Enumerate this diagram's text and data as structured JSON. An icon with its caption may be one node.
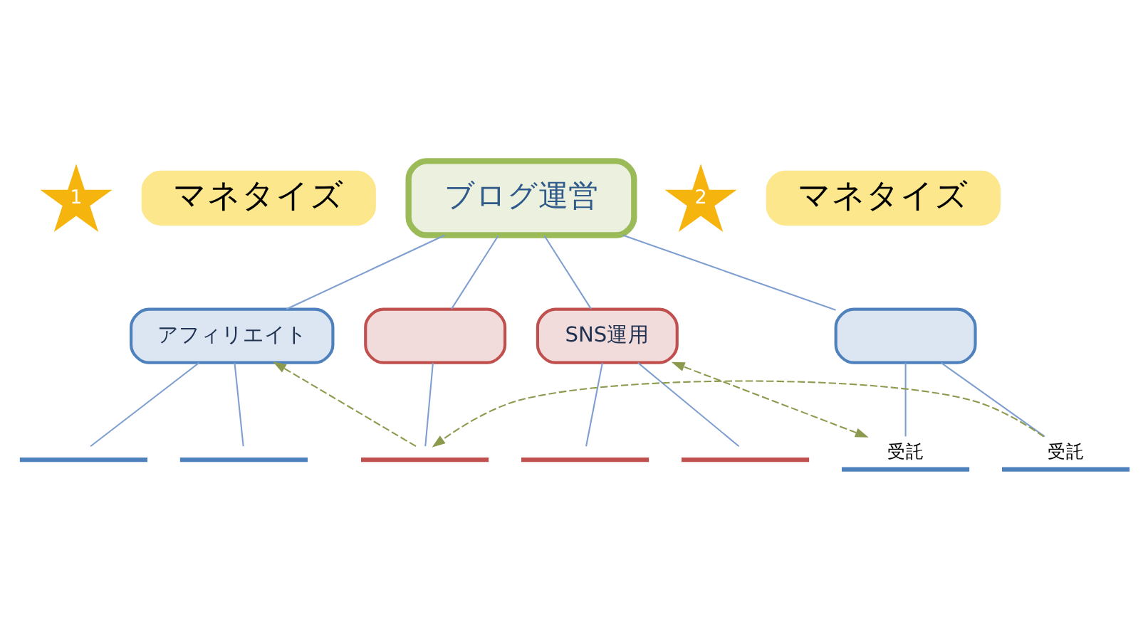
{
  "diagram": {
    "nodes": [
      {
        "text": [
          "1"
        ]
      },
      {
        "text": [
          "マネタイズ"
        ]
      },
      {
        "text": [],
        "shape": "line"
      },
      {
        "text": [],
        "shape": "line"
      },
      {
        "text": [
          "アフィリエイト"
        ]
      },
      {
        "text": [],
        "shape": "box"
      },
      {
        "text": [],
        "shape": "line"
      },
      {
        "text": [
          "ブログ運営"
        ]
      },
      {
        "text": [],
        "shape": "line"
      },
      {
        "text": [],
        "shape": "line"
      },
      {
        "text": [
          "SNS運用"
        ]
      },
      {
        "text": [],
        "shape": "box"
      },
      {
        "text": [
          "受託"
        ]
      },
      {
        "text": [
          "受託"
        ]
      },
      {
        "text": [
          "2"
        ]
      },
      {
        "text": [
          "マネタイズ"
        ]
      }
    ],
    "edges": [
      {
        "from": 7,
        "to": 4,
        "arrow": "none"
      },
      {
        "from": 7,
        "to": 5,
        "arrow": "none"
      },
      {
        "from": 7,
        "to": 10,
        "arrow": "none"
      },
      {
        "from": 7,
        "to": 11,
        "arrow": "none"
      },
      {
        "from": 4,
        "to": 2,
        "arrow": "none"
      },
      {
        "from": 4,
        "to": 3,
        "arrow": "none"
      },
      {
        "from": 5,
        "to": 6,
        "arrow": "none"
      },
      {
        "from": 10,
        "to": 8,
        "arrow": "none"
      },
      {
        "from": 10,
        "to": 9,
        "arrow": "none"
      },
      {
        "from": 11,
        "to": 12,
        "arrow": "none"
      },
      {
        "from": 11,
        "to": 13,
        "arrow": "none"
      },
      {
        "from": 6,
        "to": 4,
        "arrow": "to",
        "style": "dashed",
        "color": "#8c9a4e"
      },
      {
        "from": 12,
        "to": 6,
        "arrow": "to",
        "style": "dashed",
        "color": "#8c9a4e"
      },
      {
        "from": 13,
        "to": 10,
        "arrow": "both",
        "style": "dashed",
        "color": "#8c9a4e"
      }
    ]
  }
}
